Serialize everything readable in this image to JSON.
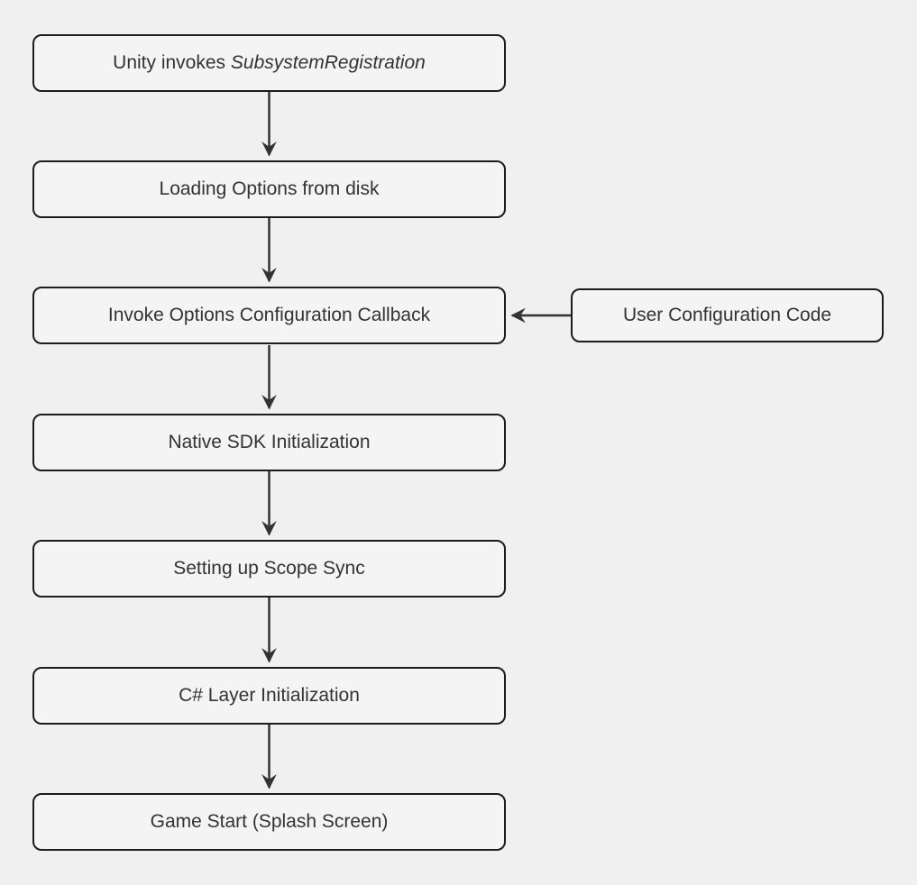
{
  "diagram": {
    "type": "flowchart",
    "direction": "top-down",
    "colors": {
      "background": "#f0f0f0",
      "node_fill": "#f4f4f4",
      "node_border": "#1c1c1c",
      "edge_color": "#333333",
      "text_color": "#333333"
    },
    "nodes": [
      {
        "id": "unity-invokes-subsystemregistration",
        "text": "Unity invokes",
        "italic_text": "SubsystemRegistration"
      },
      {
        "id": "loading-options-from-disk",
        "text": "Loading Options from disk"
      },
      {
        "id": "invoke-options-configuration-callback",
        "text": "Invoke Options Configuration Callback"
      },
      {
        "id": "native-sdk-initialization",
        "text": "Native SDK Initialization"
      },
      {
        "id": "setting-up-scope-sync",
        "text": "Setting up Scope Sync"
      },
      {
        "id": "csharp-layer-initialization",
        "text": "C# Layer Initialization"
      },
      {
        "id": "game-start-splash-screen",
        "text": "Game Start (Splash Screen)"
      },
      {
        "id": "user-configuration-code",
        "text": "User Configuration Code"
      }
    ],
    "edges": [
      {
        "from": "unity-invokes-subsystemregistration",
        "to": "loading-options-from-disk",
        "direction": "down"
      },
      {
        "from": "loading-options-from-disk",
        "to": "invoke-options-configuration-callback",
        "direction": "down"
      },
      {
        "from": "user-configuration-code",
        "to": "invoke-options-configuration-callback",
        "direction": "left"
      },
      {
        "from": "invoke-options-configuration-callback",
        "to": "native-sdk-initialization",
        "direction": "down"
      },
      {
        "from": "native-sdk-initialization",
        "to": "setting-up-scope-sync",
        "direction": "down"
      },
      {
        "from": "setting-up-scope-sync",
        "to": "csharp-layer-initialization",
        "direction": "down"
      },
      {
        "from": "csharp-layer-initialization",
        "to": "game-start-splash-screen",
        "direction": "down"
      }
    ]
  }
}
